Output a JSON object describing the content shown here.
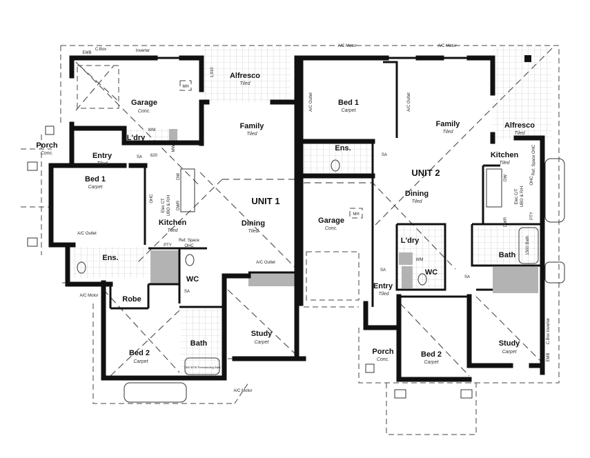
{
  "unit1": {
    "title": "UNIT 1",
    "rooms": [
      {
        "name": "Garage",
        "finish": "Conc."
      },
      {
        "name": "Alfresco",
        "finish": "Tiled"
      },
      {
        "name": "Family",
        "finish": "Tiled"
      },
      {
        "name": "L'dry",
        "finish": ""
      },
      {
        "name": "Porch",
        "finish": "Conc."
      },
      {
        "name": "Entry",
        "finish": "Tiled"
      },
      {
        "name": "Bed 1",
        "finish": "Carpet"
      },
      {
        "name": "Kitchen",
        "finish": "Tiled"
      },
      {
        "name": "Dining",
        "finish": "Tiled"
      },
      {
        "name": "Ens.",
        "finish": ""
      },
      {
        "name": "WC",
        "finish": ""
      },
      {
        "name": "Robe",
        "finish": ""
      },
      {
        "name": "Bed 2",
        "finish": "Carpet"
      },
      {
        "name": "Bath",
        "finish": ""
      },
      {
        "name": "Study",
        "finish": "Carpet"
      }
    ],
    "annotations": {
      "emb": "EMB",
      "cbox": "C.Box",
      "inverter": "Inverter",
      "mh": "MH",
      "dim_1910": "1,910",
      "wm": "WM",
      "mw": "MW",
      "sa": "SA",
      "dim_620": "620",
      "dw": "DW",
      "dwr": "DWR",
      "ohc": "OHC",
      "elec": "Elec CT",
      "uo": "UBO & R/H",
      "ac_outlet": "A/C Outlet",
      "pty": "PTY",
      "ref_space": "Ref. Space",
      "ohc2": "OHC",
      "ac_motor": "A/C Motor",
      "bath_spec": "1500 BTW Freestanding Bath"
    }
  },
  "unit2": {
    "title": "UNIT 2",
    "rooms": [
      {
        "name": "Bed 1",
        "finish": "Carpet"
      },
      {
        "name": "Family",
        "finish": "Tiled"
      },
      {
        "name": "Alfresco",
        "finish": "Tiled"
      },
      {
        "name": "Ens.",
        "finish": ""
      },
      {
        "name": "Kitchen",
        "finish": "Tiled"
      },
      {
        "name": "Dining",
        "finish": "Tiled"
      },
      {
        "name": "Garage",
        "finish": "Conc."
      },
      {
        "name": "L'dry",
        "finish": ""
      },
      {
        "name": "WC",
        "finish": ""
      },
      {
        "name": "Bath",
        "finish": ""
      },
      {
        "name": "Entry",
        "finish": "Tiled"
      },
      {
        "name": "Porch",
        "finish": "Conc."
      },
      {
        "name": "Bed 2",
        "finish": "Carpet"
      },
      {
        "name": "Study",
        "finish": "Carpet"
      }
    ],
    "annotations": {
      "ac_motor": "A/C Motor",
      "ac_outlet": "A/C Outlet",
      "sa": "SA",
      "mh": "MH",
      "wm": "WM",
      "dw": "DW",
      "dwr": "DWR",
      "ohc": "OHC",
      "elec": "Elec C/T",
      "uo": "UBO & R/H",
      "ref_space": "Ref. Space OHC",
      "pty": "PTY",
      "bath_spec": "1500 Bath",
      "emb": "EMB",
      "cbox_inverter": "C.Box Inverter"
    }
  }
}
